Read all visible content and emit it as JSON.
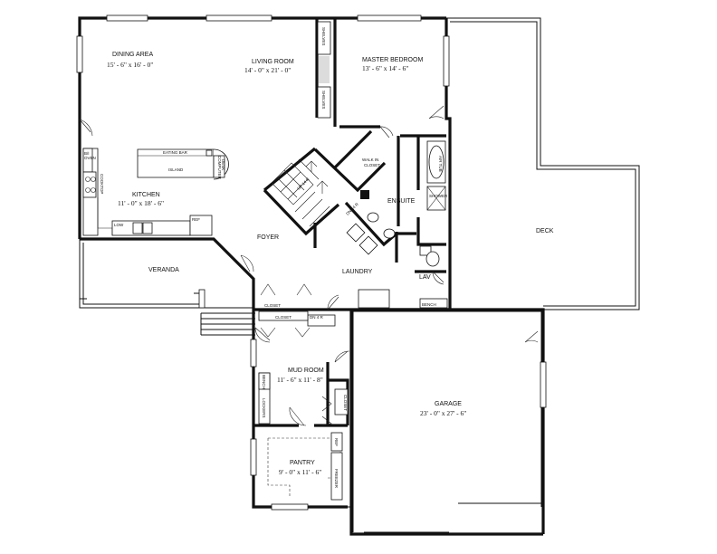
{
  "rooms": {
    "dining": {
      "name": "DINING AREA",
      "dims": "15' - 6\" x 16' - 0\""
    },
    "living": {
      "name": "LIVING ROOM",
      "dims": "14' - 0\" x 21' - 0\""
    },
    "master": {
      "name": "MASTER BEDROOM",
      "dims": "13' - 6\" x 14' - 6\""
    },
    "kitchen": {
      "name": "KITCHEN",
      "dims": "11' - 0\" x 18' - 6\""
    },
    "veranda": {
      "name": "VERANDA"
    },
    "foyer": {
      "name": "FOYER"
    },
    "laundry": {
      "name": "LAUNDRY"
    },
    "ensuite": {
      "name": "ENSUITE"
    },
    "lav": {
      "name": "LAV"
    },
    "deck": {
      "name": "DECK"
    },
    "mudroom": {
      "name": "MUD ROOM",
      "dims": "11' - 6\" x 11' - 8\""
    },
    "garage": {
      "name": "GARAGE",
      "dims": "23' - 0\" x 27' - 6\""
    },
    "pantry": {
      "name": "PANTRY",
      "dims": "9' - 0\" x 11' - 6\""
    }
  },
  "labels": {
    "walk_in_closet_1": "WALK IN",
    "walk_in_closet_2": "CLOSET",
    "eating_bar": "EATING BAR",
    "island": "ISLAND",
    "computer_desk_1": "COMPUTER",
    "computer_desk_2": "DESK",
    "shelves": "SHELVES",
    "bi_oven_1": "B/I",
    "bi_oven_2": "OVEN",
    "cooktop": "COOKTOP",
    "low": "LOW",
    "ref": "REF",
    "air_tub": "AIR TUB",
    "shower": "SHOWER",
    "closet": "CLOSET",
    "dn": "DN 4 R",
    "bench": "BENCH",
    "lockers": "LOCKERS",
    "bench_v": "BENCH",
    "freezer": "FREEZER",
    "ref_pantry": "REF",
    "up_arrow": "UP 14 R",
    "dn_arrow": "DN 14 R"
  }
}
